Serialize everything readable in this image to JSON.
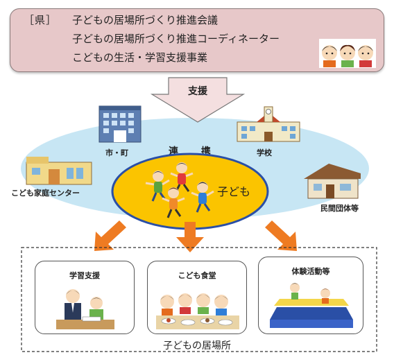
{
  "prefecture": {
    "tag": "［県］",
    "lines": [
      "子どもの居場所づくり推進会議",
      "子どもの居場所づくり推進コーディネーター",
      "こどもの生活・学習支援事業"
    ]
  },
  "support_label": "支援",
  "cooperation_label": "連 携",
  "center_label": "子ども",
  "partners": {
    "city": "市・町",
    "school": "学校",
    "family_center": "こども家庭センター",
    "npo": "民間団体等"
  },
  "places": {
    "study": "学習支援",
    "cafeteria": "こども食堂",
    "activity": "体験活動等",
    "frame_label": "子どもの居場所"
  },
  "colors": {
    "pref_bg": "#e7c8c9",
    "arrow_fill": "#f4dfe0",
    "coop_fill": "#c7e6f4",
    "center_fill": "#fbc400",
    "center_border": "#2a4fa6",
    "orange_arrow": "#ee7b22"
  }
}
